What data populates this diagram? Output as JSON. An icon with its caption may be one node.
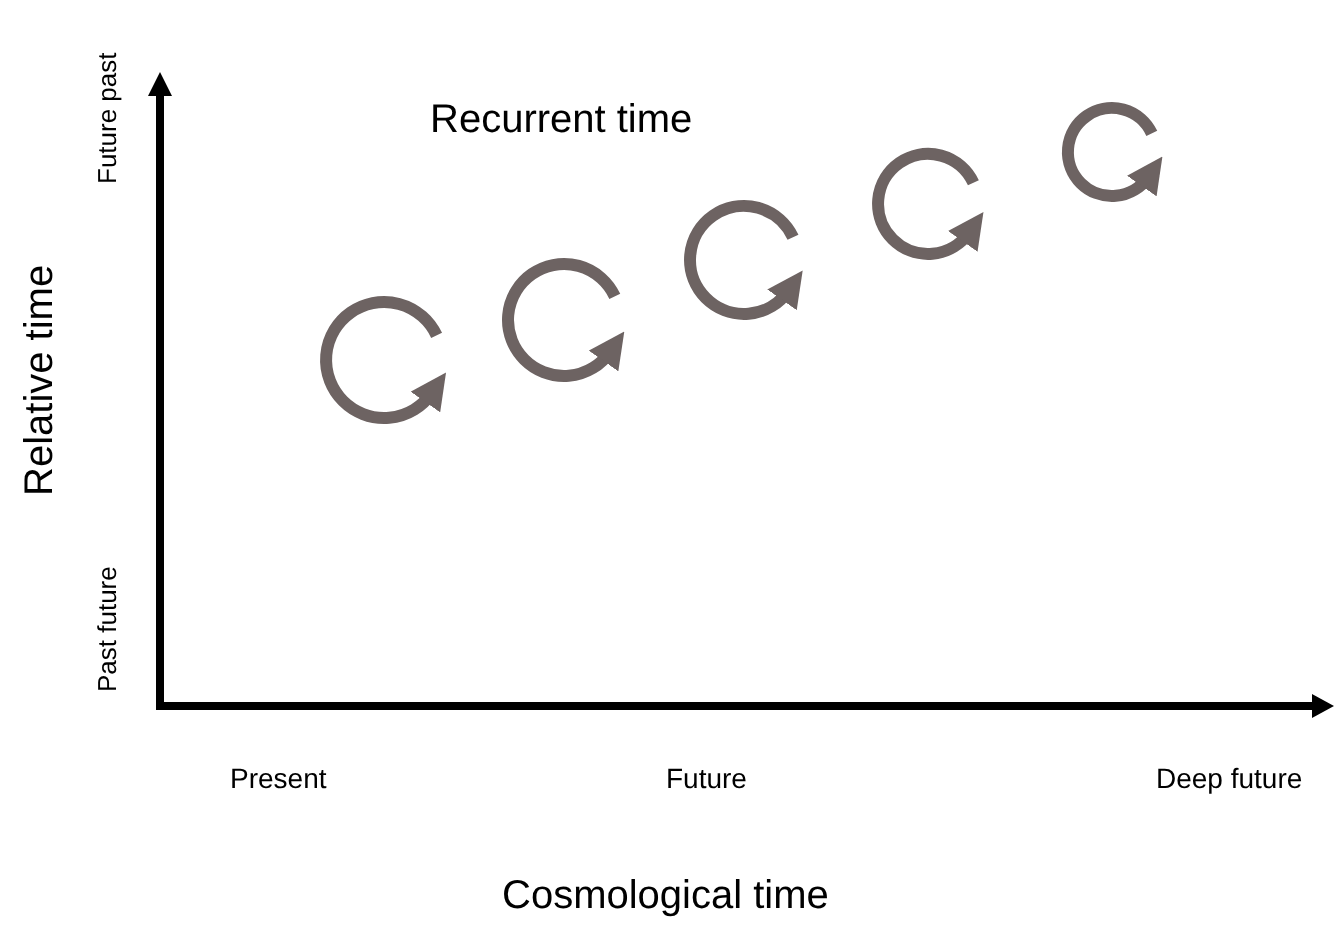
{
  "diagram": {
    "labels": [
      "Future past",
      "Recurrent time",
      "Relative time",
      "Past future",
      "Present",
      "Future",
      "Deep future",
      "Cosmological time"
    ]
  }
}
